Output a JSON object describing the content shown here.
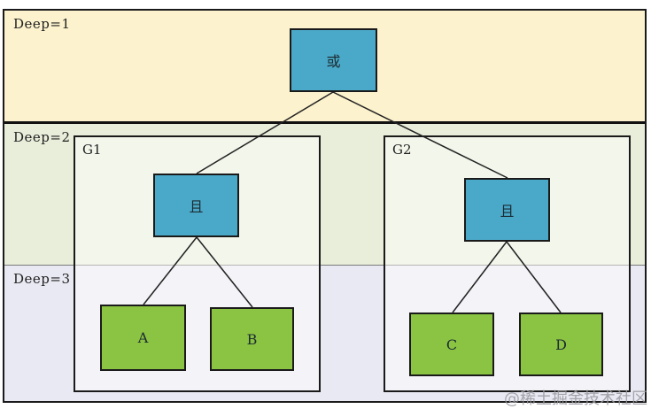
{
  "bands": [
    {
      "label": "Deep=1"
    },
    {
      "label": "Deep=2"
    },
    {
      "label": "Deep=3"
    }
  ],
  "groups": [
    {
      "label": "G1"
    },
    {
      "label": "G2"
    }
  ],
  "nodes": {
    "root": {
      "label": "或",
      "type": "or-gate"
    },
    "and1": {
      "label": "且",
      "type": "and-gate",
      "group": "G1"
    },
    "and2": {
      "label": "且",
      "type": "and-gate",
      "group": "G2"
    },
    "a": {
      "label": "A"
    },
    "b": {
      "label": "B"
    },
    "c": {
      "label": "C"
    },
    "d": {
      "label": "D"
    }
  },
  "edges": [
    {
      "from": "或",
      "to": "G1.且"
    },
    {
      "from": "或",
      "to": "G2.且"
    },
    {
      "from": "G1.且",
      "to": "A"
    },
    {
      "from": "G1.且",
      "to": "B"
    },
    {
      "from": "G2.且",
      "to": "C"
    },
    {
      "from": "G2.且",
      "to": "D"
    }
  ],
  "watermark": "@稀土掘金技术社区",
  "colors": {
    "band1": "#fcf2cd",
    "band2": "#e9eeda",
    "band3": "#e9e9f3",
    "gate": "#4aa9c8",
    "leaf": "#8bc442"
  }
}
